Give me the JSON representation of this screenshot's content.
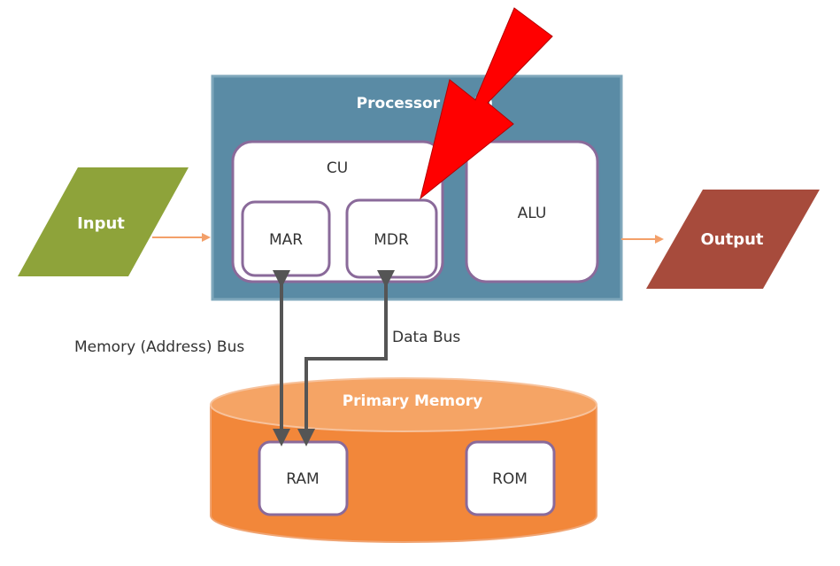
{
  "processor": {
    "title": "Processor (CPU)"
  },
  "cu": {
    "label": "CU"
  },
  "mar": {
    "label": "MAR"
  },
  "mdr": {
    "label": "MDR"
  },
  "alu": {
    "label": "ALU"
  },
  "input": {
    "label": "Input"
  },
  "output": {
    "label": "Output"
  },
  "buses": {
    "address_label": "Memory (Address) Bus",
    "data_label": "Data Bus"
  },
  "memory": {
    "title": "Primary Memory",
    "ram_label": "RAM",
    "rom_label": "ROM"
  },
  "colors": {
    "processor_fill": "#5a8ba5",
    "unit_border": "#8a6a9a",
    "input_fill": "#8ea33a",
    "output_fill": "#a74b3c",
    "memory_fill": "#f2873a",
    "memory_top": "#f5a465",
    "flow_arrow": "#f3a06a",
    "bus_arrow": "#555555",
    "highlight_arrow": "#ff0000"
  }
}
